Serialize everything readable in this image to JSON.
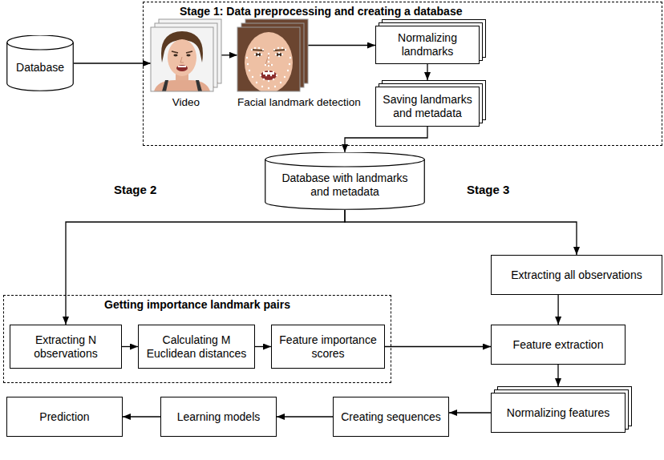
{
  "diagram": {
    "nodes": [
      {
        "text": [
          "Database"
        ]
      },
      {
        "text": [
          "Stage 1: Data preprocessing and creating a database"
        ]
      },
      {
        "text": [
          "Video"
        ],
        "in": 1
      },
      {
        "text": [
          "Facial landmark detection"
        ],
        "in": 1
      },
      {
        "text": [
          "Normalizing landmarks"
        ],
        "in": 1
      },
      {
        "text": [
          "Saving landmarks and metadata"
        ],
        "in": 1
      },
      {
        "text": [
          "Database with landmarks and metadata"
        ]
      },
      {
        "text": [
          "Getting importance landmark pairs"
        ]
      },
      {
        "text": [
          "Extracting N observations"
        ],
        "in": 7
      },
      {
        "text": [
          "Calculating M Euclidean distances"
        ],
        "in": 7
      },
      {
        "text": [
          "Feature importance scores"
        ],
        "in": 7
      },
      {
        "text": [
          "Extracting all observations"
        ]
      },
      {
        "text": [
          "Feature extraction"
        ]
      },
      {
        "text": [
          "Normalizing features"
        ]
      },
      {
        "text": [
          "Creating sequences"
        ]
      },
      {
        "text": [
          "Learning models"
        ]
      },
      {
        "text": [
          "Prediction"
        ]
      }
    ],
    "edges": [
      {
        "from": 0,
        "to": 2,
        "arrow": "to"
      },
      {
        "from": 2,
        "to": 3,
        "arrow": "to"
      },
      {
        "from": 3,
        "to": 4,
        "arrow": "to"
      },
      {
        "from": 4,
        "to": 5,
        "arrow": "to"
      },
      {
        "from": 5,
        "to": 6,
        "arrow": "to"
      },
      {
        "from": 6,
        "to": 8,
        "arrow": "to"
      },
      {
        "from": 6,
        "to": 11,
        "arrow": "to"
      },
      {
        "from": 8,
        "to": 9,
        "arrow": "to"
      },
      {
        "from": 9,
        "to": 10,
        "arrow": "to"
      },
      {
        "from": 10,
        "to": 12,
        "arrow": "to"
      },
      {
        "from": 11,
        "to": 12,
        "arrow": "to"
      },
      {
        "from": 12,
        "to": 13,
        "arrow": "to"
      },
      {
        "from": 13,
        "to": 14,
        "arrow": "to"
      },
      {
        "from": 14,
        "to": 15,
        "arrow": "to"
      },
      {
        "from": 15,
        "to": 16,
        "arrow": "to"
      }
    ],
    "labels": [
      "Stage 2",
      "Stage 3"
    ]
  }
}
